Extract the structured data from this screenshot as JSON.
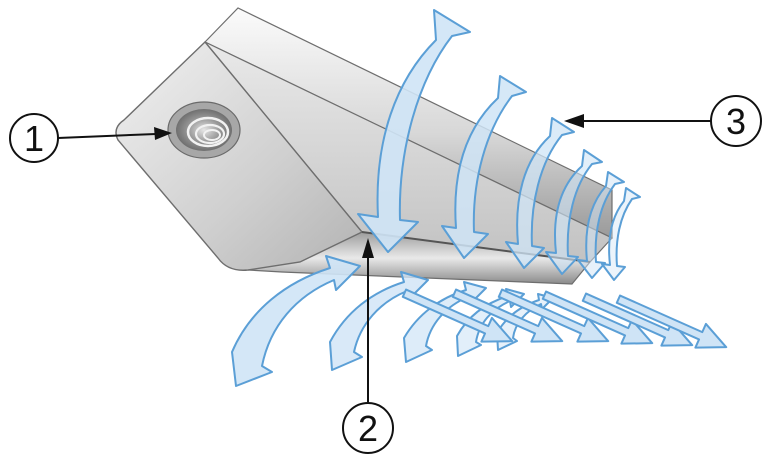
{
  "callouts": {
    "c1": {
      "number": "1"
    },
    "c2": {
      "number": "2"
    },
    "c3": {
      "number": "3"
    }
  },
  "colors": {
    "body_light": "#f2f2f2",
    "body_mid": "#c9c9c9",
    "body_dark": "#7e7e7e",
    "air_stroke": "#5b9fd6",
    "air_fill": "#cfe4f6",
    "leader": "#111111"
  },
  "icons": {
    "inlet": "threaded-inlet-icon",
    "jet": "air-jet-arrow-icon"
  }
}
